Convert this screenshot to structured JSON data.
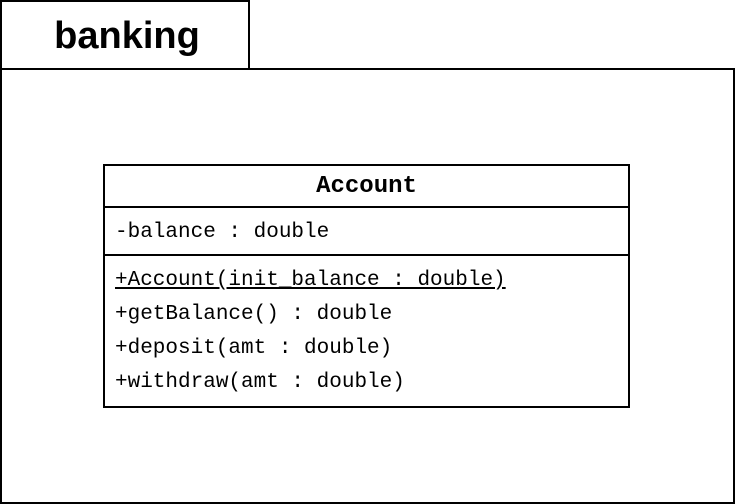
{
  "package": {
    "name": "banking"
  },
  "class": {
    "name": "Account",
    "attributes": [
      "-balance : double"
    ],
    "operations": [
      "+Account(init_balance : double)",
      "+getBalance() : double",
      "+deposit(amt : double)",
      "+withdraw(amt : double)"
    ],
    "static_operation_indices": [
      0
    ]
  }
}
